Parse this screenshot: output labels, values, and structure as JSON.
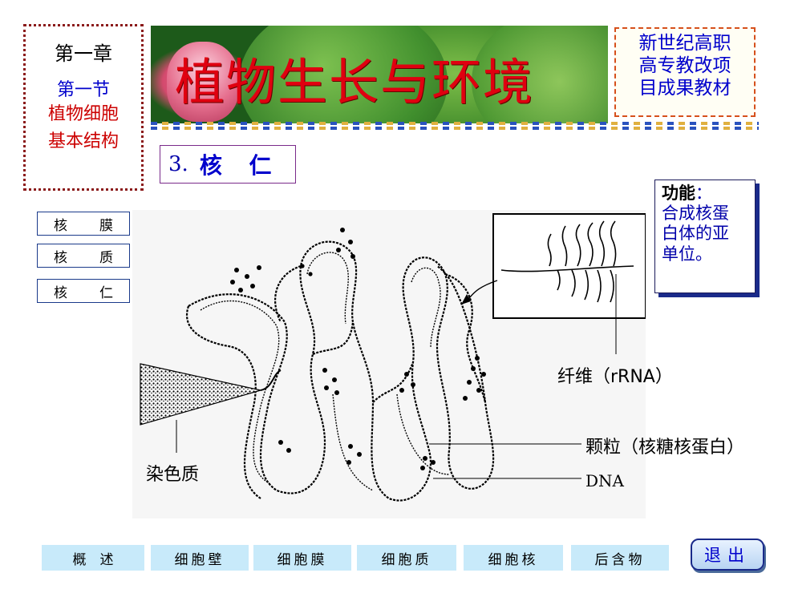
{
  "chapter": {
    "label": "第一章",
    "section": "第一节",
    "topic_line1": "植物细胞",
    "topic_line2": "基本结构"
  },
  "banner": {
    "title": "植物生长与环境"
  },
  "project": {
    "line1": "新世纪高职",
    "line2": "高专教改项",
    "line3": "目成果教材"
  },
  "section_heading": {
    "number": "3.",
    "name": "核 仁"
  },
  "side_nav": [
    {
      "a": "核",
      "b": "膜"
    },
    {
      "a": "核",
      "b": "质"
    },
    {
      "a": "核",
      "b": "仁"
    }
  ],
  "function_box": {
    "title": "功能",
    "colon": "：",
    "text_line1": "合成核蛋",
    "text_line2": "白体的亚",
    "text_line3": "单位。"
  },
  "diagram_labels": {
    "fiber": "纤维（rRNA）",
    "granule": "颗粒（核糖核蛋白）",
    "dna": "DNA",
    "chromatin": "染色质"
  },
  "bottom_nav": [
    "概　述",
    "细胞壁",
    "细胞膜",
    "细胞质",
    "细胞核",
    "后含物"
  ],
  "exit_label": "退出",
  "colors": {
    "accent_blue": "#0000cc",
    "title_red": "#e00010",
    "nav_bg": "#c8eafa"
  }
}
